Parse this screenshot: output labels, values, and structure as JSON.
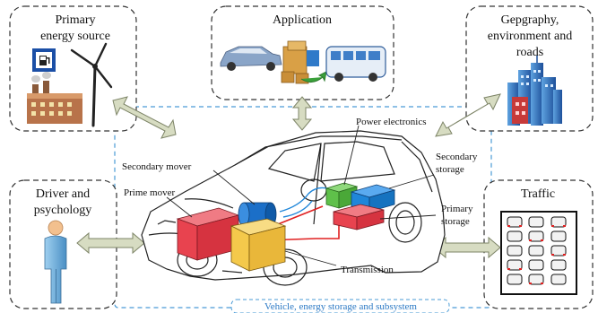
{
  "boxes": {
    "primary_energy": {
      "line1": "Primary",
      "line2": "energy source"
    },
    "application": {
      "label": "Application"
    },
    "geography": {
      "line1": "Gepgraphy,",
      "line2": "environment and",
      "line3": "roads"
    },
    "driver": {
      "line1": "Driver and",
      "line2": "psychology"
    },
    "traffic": {
      "label": "Traffic"
    }
  },
  "vehicle_region": {
    "label": "Vehicle, energy storage and subsystem"
  },
  "components": {
    "power_electronics": "Power electronics",
    "secondary_mover": "Secondary mover",
    "secondary_storage": {
      "line1": "Secondary",
      "line2": "storage"
    },
    "prime_mover": "Prime mover",
    "primary_storage": {
      "line1": "Primary",
      "line2": "storage"
    },
    "transmission": "Transmission"
  },
  "colors": {
    "box_border": "#333333",
    "dashed_blue": "#4a9bd6",
    "arrow_fill": "#d7dcc2",
    "arrow_stroke": "#7d8467",
    "prime_mover": "#e8434f",
    "secondary_storage": "#1f86d9",
    "power_electronics": "#5fc04a",
    "primary_storage": "#e8434f",
    "transmission": "#f4c94b",
    "secondary_mover": "#1b6fc8",
    "fuel_sign": "#1b4fa6"
  }
}
